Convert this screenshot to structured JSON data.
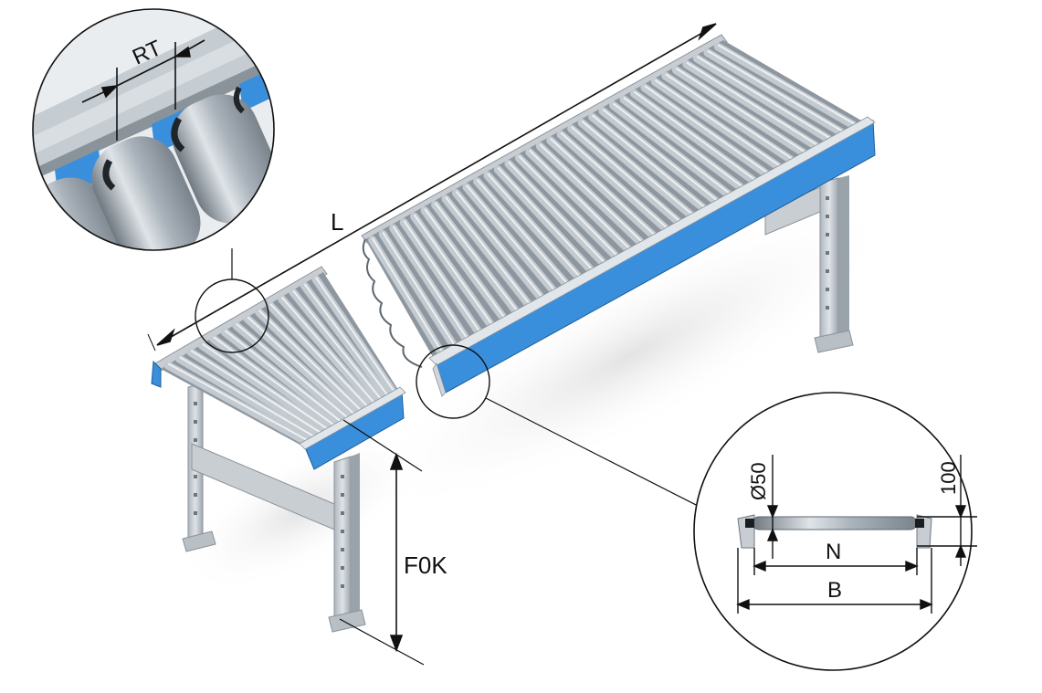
{
  "labels": {
    "length": "L",
    "roller_pitch": "RT",
    "top_of_conveyor": "F0K",
    "roller_diameter": "Ø50",
    "frame_height": "100",
    "inner_width": "N",
    "overall_width": "B"
  },
  "colors": {
    "accent_blue": "#3a8fdc",
    "roller_steel": "#a7b0b8",
    "frame_grey": "#c3c9cf",
    "line": "#111111",
    "background": "#ffffff"
  }
}
